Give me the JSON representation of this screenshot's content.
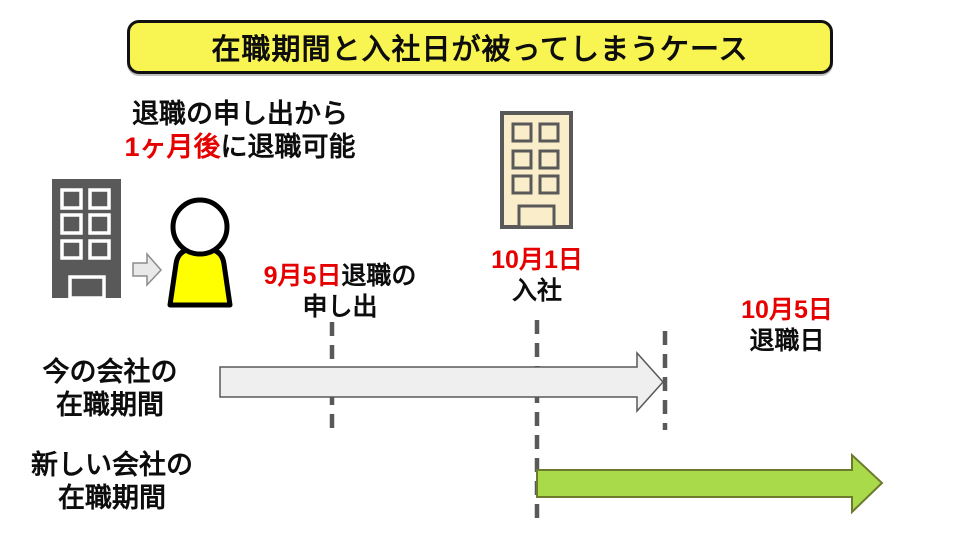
{
  "title": {
    "text": "在職期間と入社日が被ってしまうケース"
  },
  "note": {
    "line1": "退職の申し出から",
    "line2_red": "1ヶ月後",
    "line2_rest": "に退職可能"
  },
  "events": {
    "resignation_notice": {
      "date": "9月5日",
      "label_rest": "退職の",
      "label_line2": "申し出"
    },
    "joining": {
      "date": "10月1日",
      "label": "入社"
    },
    "resignation_day": {
      "date": "10月5日",
      "label": "退職日"
    }
  },
  "rows": {
    "current_company": {
      "line1": "今の会社の",
      "line2": "在職期間"
    },
    "new_company": {
      "line1": "新しい会社の",
      "line2": "在職期間"
    }
  },
  "icons": {
    "current_company_building": "building-icon",
    "transfer_arrow": "right-arrow-icon",
    "employee": "person-icon",
    "new_company_building": "building-icon",
    "current_employment_timeline": "block-arrow-right",
    "new_employment_timeline": "block-arrow-right",
    "timeline_markers": "dashed-vertical-line"
  },
  "colors": {
    "banner_bg": "#f8f451",
    "highlight_red": "#e60000",
    "current_building_fill": "#595959",
    "new_building_fill": "#faedc9",
    "new_building_stroke": "#595959",
    "employee_body": "#ffff00",
    "transfer_arrow_fill": "#e9e9e9",
    "timeline_gray_fill": "#efefef",
    "timeline_gray_stroke": "#595959",
    "timeline_green_fill": "#a8da4a",
    "timeline_green_stroke": "#6e7b2f",
    "dashed_line": "#595959"
  }
}
